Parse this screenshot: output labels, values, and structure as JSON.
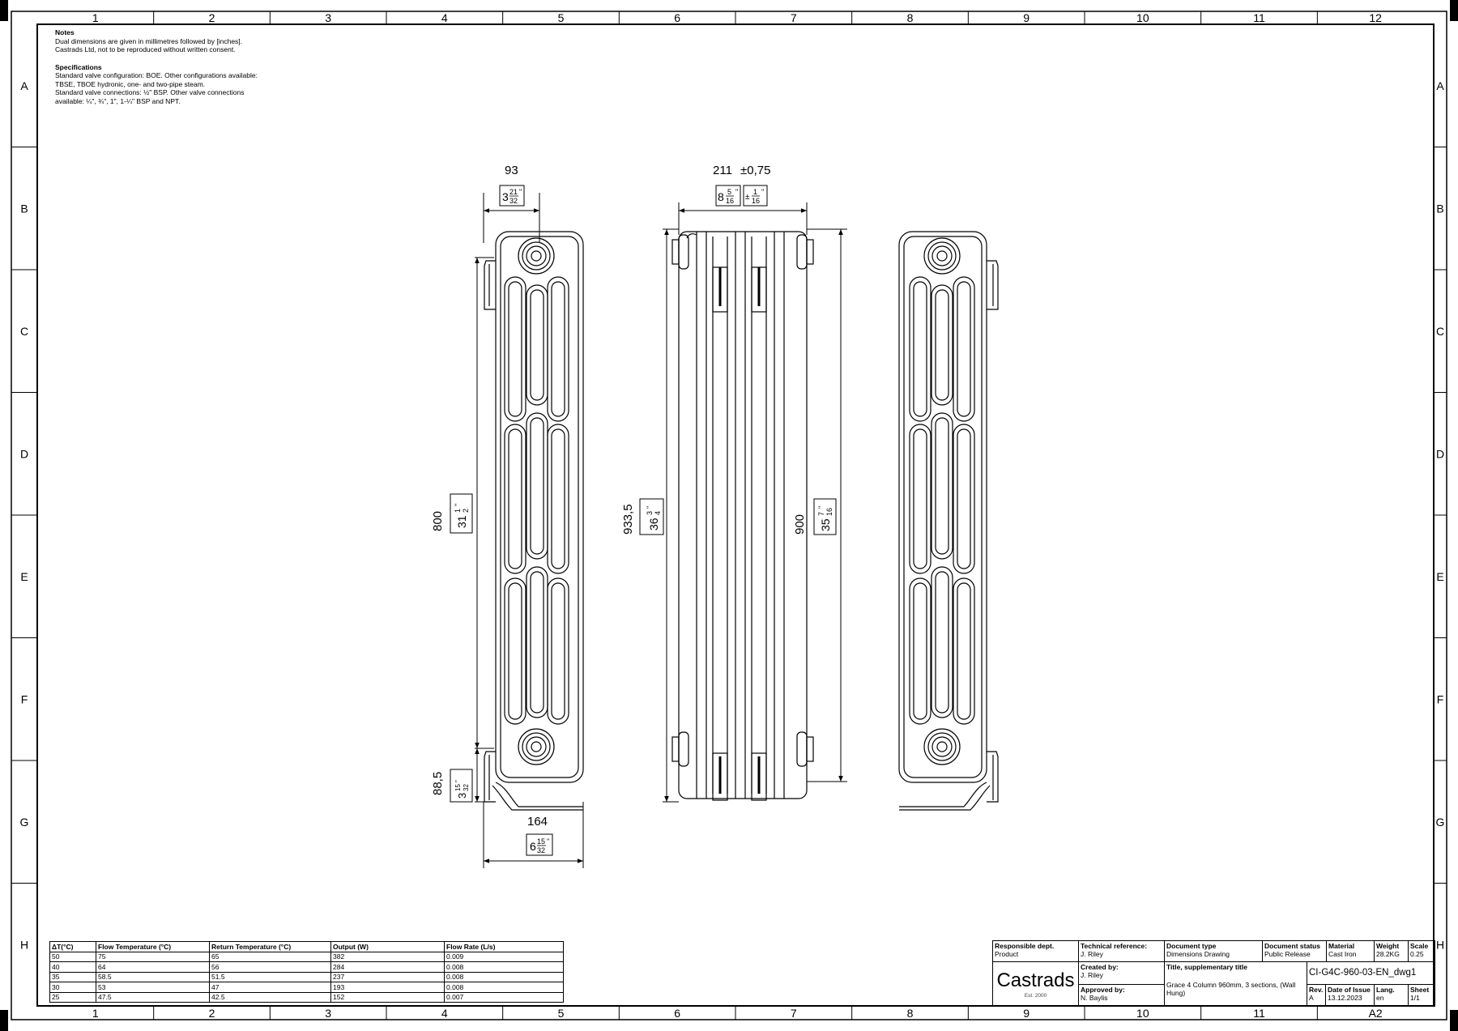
{
  "sheet": {
    "grid_columns": [
      "1",
      "2",
      "3",
      "4",
      "5",
      "6",
      "7",
      "8",
      "9",
      "10",
      "11",
      "12"
    ],
    "grid_rows": [
      "A",
      "B",
      "C",
      "D",
      "E",
      "F",
      "G",
      "H"
    ],
    "sheet_size": "A2"
  },
  "notes": {
    "notes_heading": "Notes",
    "notes_line1": "Dual dimensions are given in millimetres followed by [inches].",
    "notes_line2": "Castrads Ltd, not to be reproduced without written consent.",
    "spec_heading": "Specifications",
    "spec_line1": "Standard valve configuration: BOE. Other configurations available:",
    "spec_line2": "TBSE, TBOE hydronic, one- and two-pipe steam.",
    "spec_line3": "Standard valve connections: ½\" BSP. Other valve connections",
    "spec_line4": "available: ¼\", ¾\", 1\", 1-¼\" BSP and NPT."
  },
  "dimensions": {
    "front_width_mm": "93",
    "front_width_in_whole": "3",
    "front_width_in_num": "21",
    "front_width_in_den": "32",
    "front_height_mm": "800",
    "front_height_in_whole": "31",
    "front_height_in_num": "1",
    "front_height_in_den": "2",
    "front_bottom_mm": "88,5",
    "front_bottom_in_whole": "3",
    "front_bottom_in_num": "15",
    "front_bottom_in_den": "32",
    "front_depth_mm": "164",
    "front_depth_in_whole": "6",
    "front_depth_in_num": "15",
    "front_depth_in_den": "32",
    "side_width_mm": "211",
    "side_width_tol": "±0,75",
    "side_width_in_whole": "8",
    "side_width_in_num": "5",
    "side_width_in_den": "16",
    "side_width_tol_in_num": "1",
    "side_width_tol_in_den": "16",
    "side_height_mm": "933,5",
    "side_height_in_whole": "36",
    "side_height_in_num": "3",
    "side_height_in_den": "4",
    "side_centres_mm": "900",
    "side_centres_in_whole": "35",
    "side_centres_in_num": "7",
    "side_centres_in_den": "16",
    "inch_mark": "\""
  },
  "performance_table": {
    "headers": [
      "ΔT(°C)",
      "Flow Temperature (°C)",
      "Return Temperature (°C)",
      "Output (W)",
      "Flow Rate (L/s)"
    ],
    "rows": [
      [
        "50",
        "75",
        "65",
        "382",
        "0.009"
      ],
      [
        "40",
        "64",
        "56",
        "284",
        "0.008"
      ],
      [
        "35",
        "58.5",
        "51.5",
        "237",
        "0.008"
      ],
      [
        "30",
        "53",
        "47",
        "193",
        "0.008"
      ],
      [
        "25",
        "47.5",
        "42.5",
        "152",
        "0.007"
      ]
    ]
  },
  "title_block": {
    "responsible_dept_label": "Responsible dept.",
    "responsible_dept": "Product",
    "technical_reference_label": "Technical reference:",
    "technical_reference": "J. Riley",
    "document_type_label": "Document type",
    "document_type": "Dimensions Drawing",
    "document_status_label": "Document status",
    "document_status": "Public Release",
    "material_label": "Material",
    "material": "Cast Iron",
    "weight_label": "Weight",
    "weight": "28.2KG",
    "scale_label": "Scale",
    "scale": "0.25",
    "logo_text": "Castrads",
    "logo_est": "Est. 2000",
    "created_by_label": "Created by:",
    "created_by": "J. Riley",
    "approved_by_label": "Approved by:",
    "approved_by": "N. Baylis",
    "title_label": "Title, supplementary title",
    "title": "Grace 4 Column 960mm, 3 sections, (Wall Hung)",
    "document_number": "CI-G4C-960-03-EN_dwg1",
    "rev_label": "Rev.",
    "rev": "A",
    "date_label": "Date of Issue",
    "date": "13.12.2023",
    "lang_label": "Lang.",
    "lang": "en",
    "sheet_label": "Sheet",
    "sheet": "1/1"
  }
}
